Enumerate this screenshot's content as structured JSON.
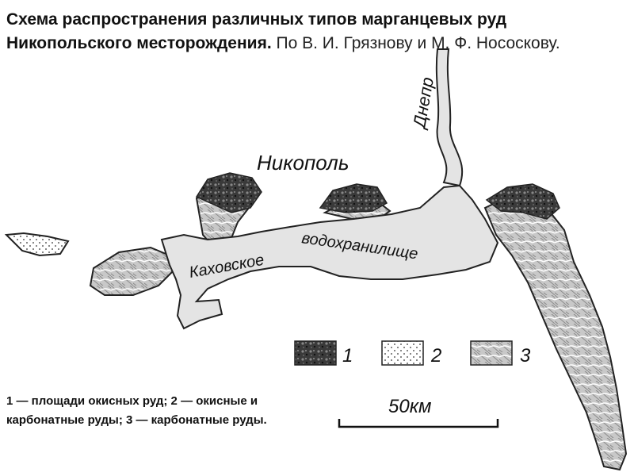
{
  "title": {
    "bold": "Схема распространения различных типов марганцевых руд Никопольского месторождения.",
    "sub": "По В. И. Грязнову и М. Ф. Нососкову."
  },
  "map": {
    "labels": {
      "river": "Днепр",
      "city": "Никополь",
      "reservoir_part1": "Каховское",
      "reservoir_part2": "водохранилище"
    },
    "legend": [
      {
        "number": "1",
        "pattern": "oxide-ore-pattern"
      },
      {
        "number": "2",
        "pattern": "dotted-pattern"
      },
      {
        "number": "3",
        "pattern": "carbonate-ore-pattern"
      }
    ],
    "scale": {
      "label": "50км"
    }
  },
  "caption": "1 — площади окисных руд; 2 — окисные и карбонатные руды; 3 — карбонатные руды."
}
